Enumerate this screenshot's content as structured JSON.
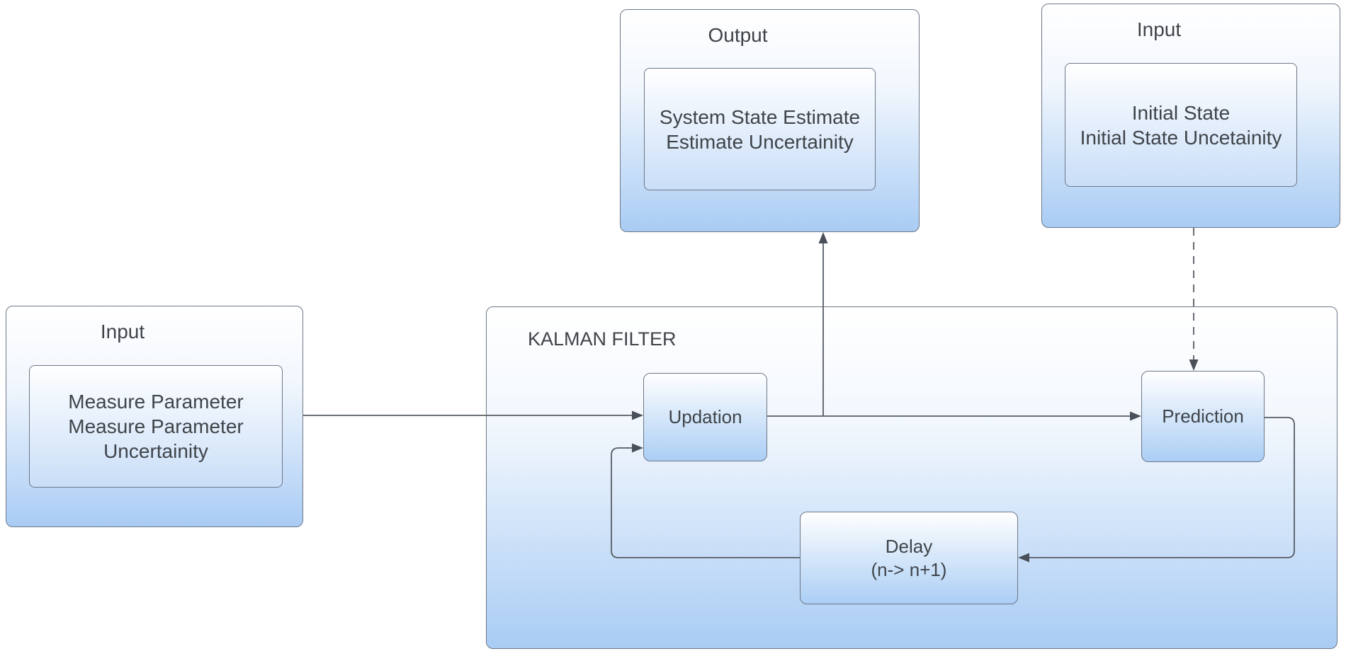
{
  "diagram": {
    "type": "flowchart",
    "title": "KALMAN FILTER",
    "colors": {
      "box_gradient_top": "#ffffff",
      "box_gradient_bottom": "#a9ccf4",
      "inner_box_gradient_bottom": "#c9def8",
      "border": "#6e7787",
      "connector": "#565c64",
      "arrowhead": "#4a505a",
      "text": "#3f4449",
      "background": "#ffffff"
    },
    "nodes": {
      "input_left": {
        "label": "Input",
        "lines": [
          "Measure Parameter",
          "Measure Parameter Uncertainity"
        ]
      },
      "output": {
        "label": "Output",
        "lines": [
          "System State Estimate",
          "Estimate Uncertainity"
        ]
      },
      "input_right": {
        "label": "Input",
        "lines": [
          "Initial State",
          "Initial State Uncetainity"
        ]
      },
      "kalman_filter": {
        "label": "KALMAN FILTER"
      },
      "updation": {
        "label": "Updation"
      },
      "prediction": {
        "label": "Prediction"
      },
      "delay": {
        "lines": [
          "Delay",
          "(n-> n+1)"
        ]
      }
    },
    "connections": [
      {
        "from": "input_left",
        "to": "updation",
        "style": "solid",
        "arrow": "end"
      },
      {
        "from": "updation",
        "to": "prediction",
        "style": "solid",
        "arrow": "end"
      },
      {
        "from": "updation-prediction-line",
        "to": "output",
        "style": "solid",
        "arrow": "end"
      },
      {
        "from": "input_right",
        "to": "prediction",
        "style": "dashed",
        "arrow": "end"
      },
      {
        "from": "prediction",
        "to": "delay",
        "style": "solid",
        "arrow": "end"
      },
      {
        "from": "delay",
        "to": "updation",
        "style": "solid",
        "arrow": "end"
      }
    ]
  }
}
